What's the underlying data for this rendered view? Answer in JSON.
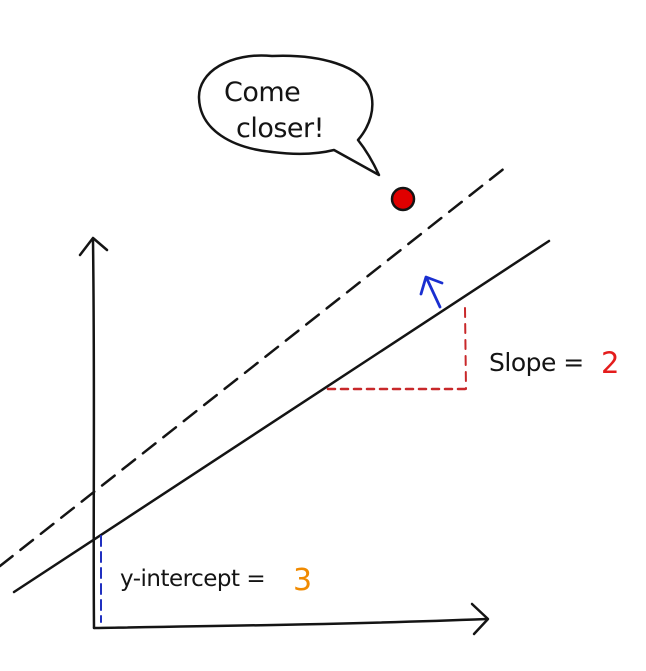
{
  "speech_bubble": {
    "line1": "Come",
    "line2": "closer!"
  },
  "slope_annotation": {
    "label": "Slope =",
    "value": "2"
  },
  "intercept_annotation": {
    "label": "y-intercept =",
    "value": "3"
  },
  "colors": {
    "ink": "#141414",
    "point": "#e00000",
    "slope_value": "#e41c1c",
    "intercept_value": "#f08a00",
    "slope_triangle": "#c8282a",
    "intercept_marker": "#2030c0",
    "nudge_arrow": "#1a2fd0"
  }
}
